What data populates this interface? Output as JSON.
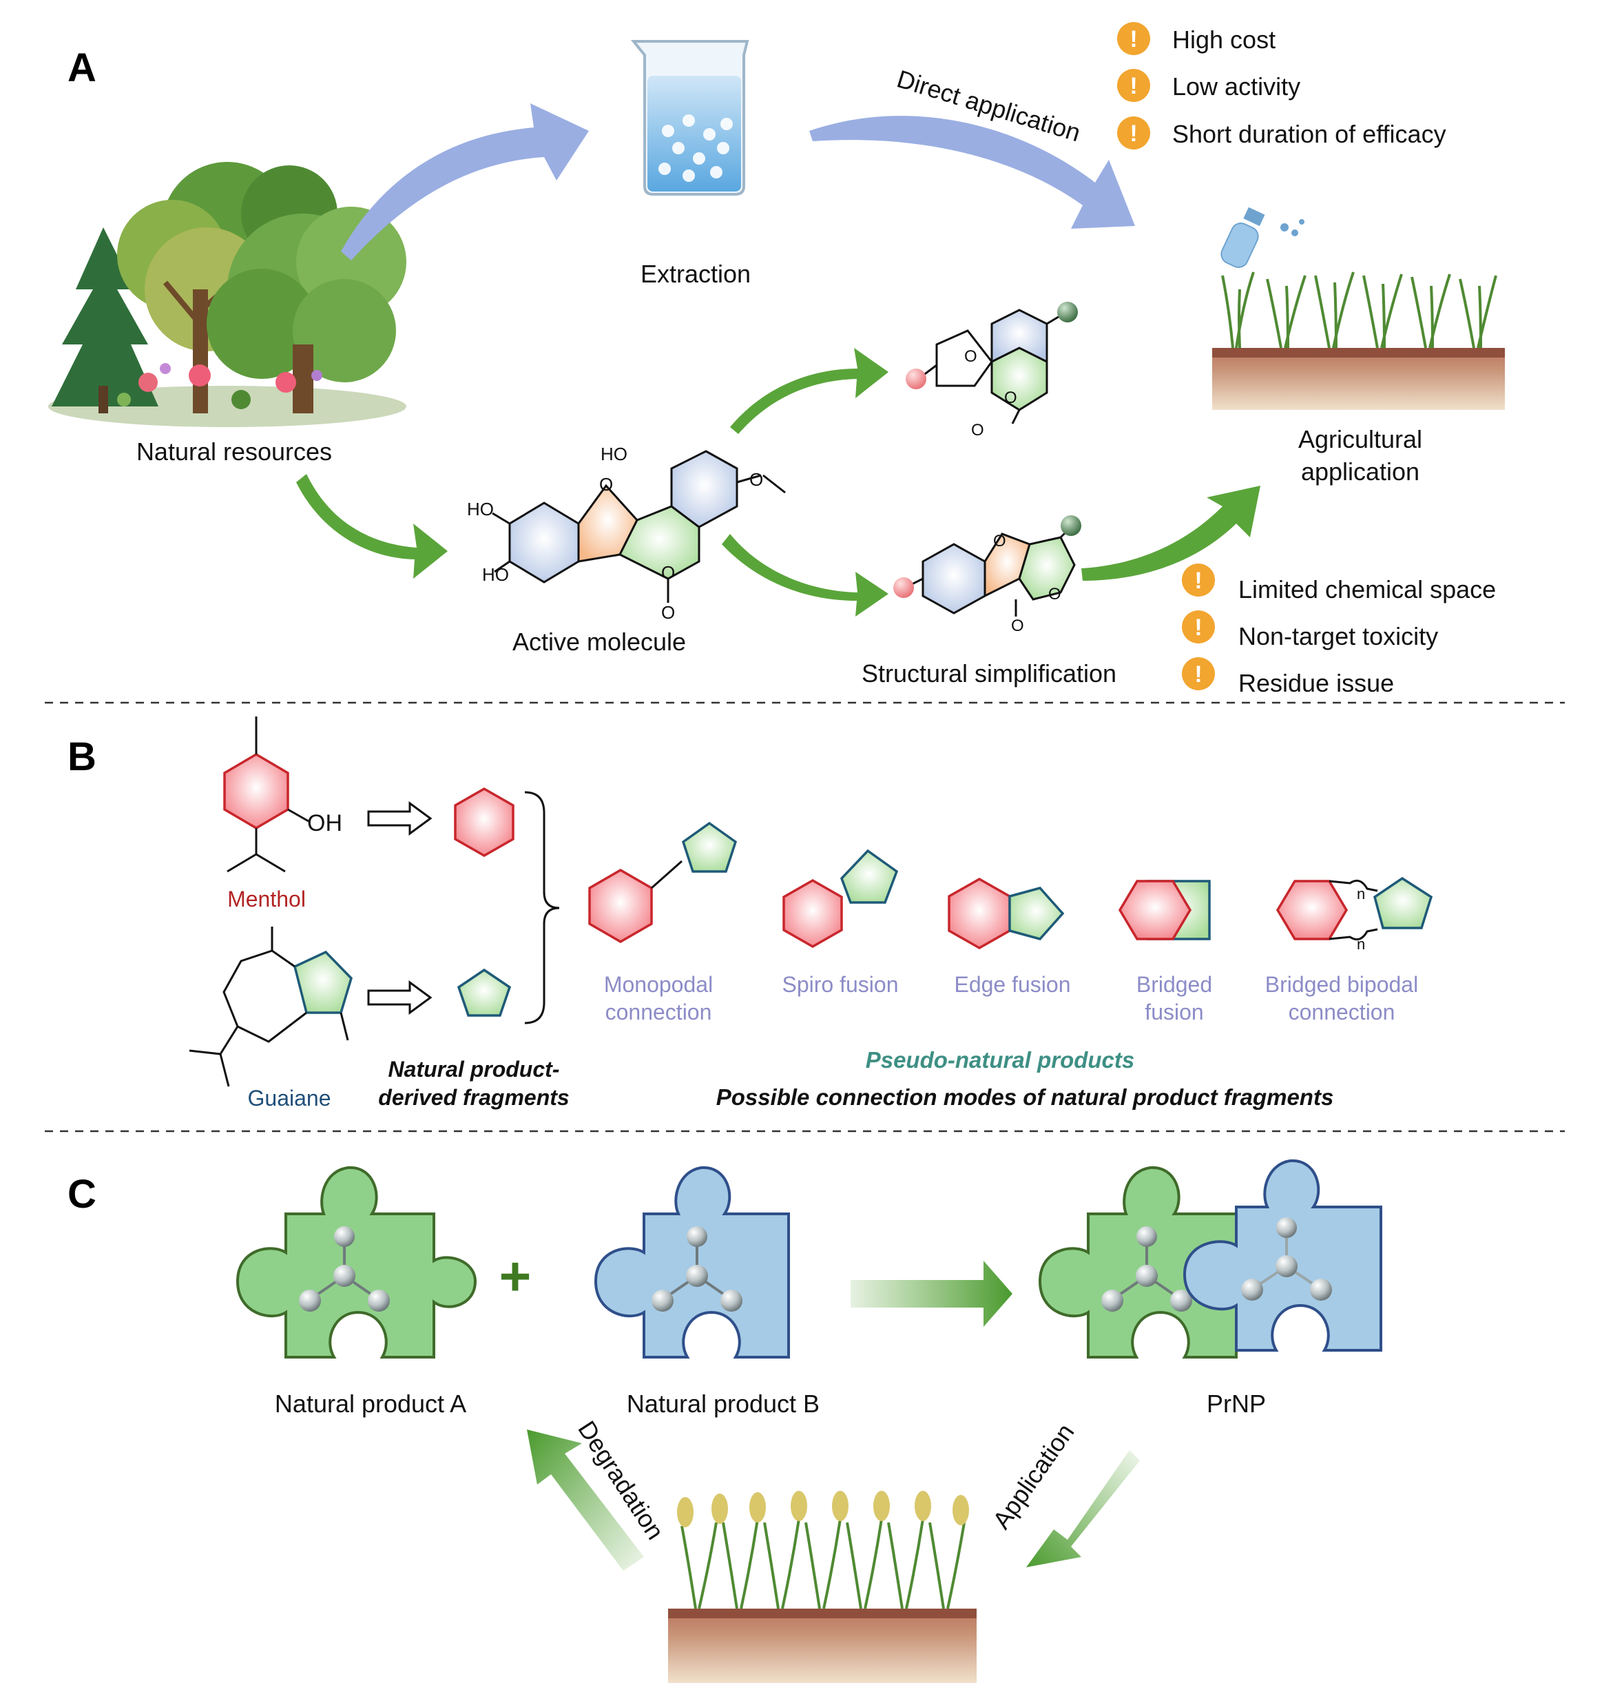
{
  "colors": {
    "blue_arrow": "#9aaee2",
    "green_arrow": "#5aa53a",
    "dark_green": "#3f7a22",
    "warn": "#f2a52f",
    "menthol_red": "#b32424",
    "guaiane_blue": "#1f4e79",
    "mode_label": "#8c8cc8",
    "pseudo_teal": "#3e8f84",
    "red_ring_stroke": "#c8262c",
    "blue_ring_stroke": "#1e5a78",
    "puzzle_green": "#8fd18a",
    "puzzle_blue": "#a6cbe6"
  },
  "panelA": {
    "letter": "A",
    "natural_resources": "Natural resources",
    "extraction": "Extraction",
    "direct_application": "Direct application",
    "active_molecule": "Active molecule",
    "structural_simplification": "Structural simplification",
    "agricultural_application_line1": "Agricultural",
    "agricultural_application_line2": "application",
    "issues_top": [
      "High cost",
      "Low activity",
      "Short duration of efficacy"
    ],
    "issues_bottom": [
      "Limited chemical space",
      "Non-target toxicity",
      "Residue issue"
    ],
    "warning_glyph": "!",
    "chem": {
      "ho": "HO",
      "o": "O"
    }
  },
  "panelB": {
    "letter": "B",
    "menthol": "Menthol",
    "guaiane": "Guaiane",
    "oh": "OH",
    "fragments_line1": "Natural product-",
    "fragments_line2": "derived fragments",
    "modes": [
      {
        "line1": "Monopodal",
        "line2": "connection"
      },
      {
        "line1": "Spiro fusion",
        "line2": ""
      },
      {
        "line1": "Edge fusion",
        "line2": ""
      },
      {
        "line1": "Bridged",
        "line2": "fusion"
      },
      {
        "line1": "Bridged bipodal",
        "line2": "connection"
      }
    ],
    "n_label": "n",
    "pseudo_natural": "Pseudo-natural products",
    "possible_modes": "Possible connection modes of natural product fragments"
  },
  "panelC": {
    "letter": "C",
    "plus": "+",
    "product_a": "Natural product A",
    "product_b": "Natural product B",
    "prnp": "PrNP",
    "degradation": "Degradation",
    "application": "Application"
  }
}
